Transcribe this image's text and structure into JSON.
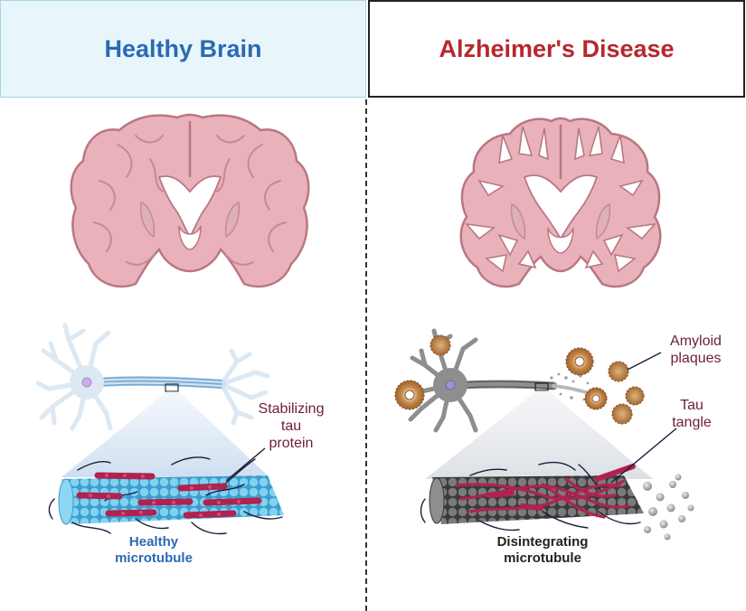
{
  "left_panel": {
    "title": "Healthy Brain",
    "tau_label_line1": "Stabilizing",
    "tau_label_line2": "tau",
    "tau_label_line3": "protein",
    "microtubule_label_line1": "Healthy",
    "microtubule_label_line2": "microtubule"
  },
  "right_panel": {
    "title": "Alzheimer's Disease",
    "plaque_label_line1": "Amyloid",
    "plaque_label_line2": "plaques",
    "tangle_label_line1": "Tau",
    "tangle_label_line2": "tangle",
    "microtubule_label_line1": "Disintegrating",
    "microtubule_label_line2": "microtubule"
  },
  "colors": {
    "healthy_title": "#2a6ab4",
    "disease_title": "#b7272d",
    "brain_tissue": "#e9b2bb",
    "brain_outline": "#b97782",
    "neuron_healthy": "#dce8f3",
    "neuron_disease": "#8e8e8e",
    "microtubule_healthy": "#5ec0e5",
    "microtubule_disease": "#555555",
    "tau_protein": "#b0224f",
    "amyloid_plaque": "#c98a4a",
    "label_text": "#6d1d3c"
  }
}
